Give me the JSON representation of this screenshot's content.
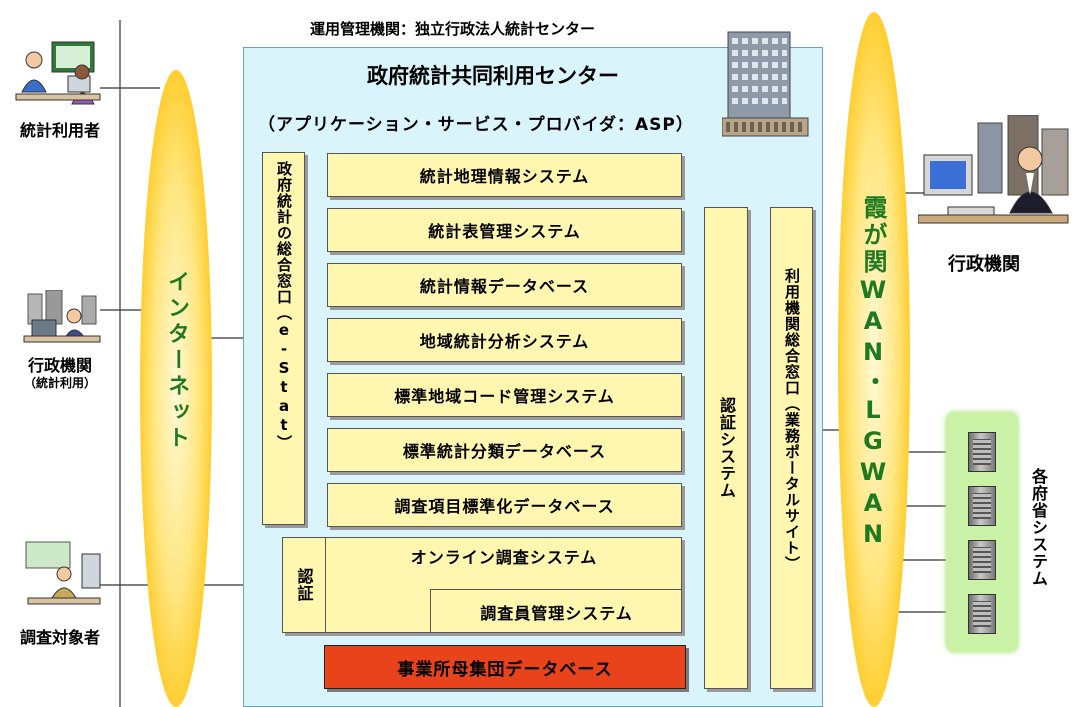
{
  "operator_label": "運用管理機関：独立行政法人統計センター",
  "center": {
    "title": "政府統計共同利用センター",
    "subtitle": "（アプリケーション・サービス・プロバイダ：ASP）"
  },
  "estat_window": "政府統計の総合窓口（e-Stat）",
  "systems": [
    "統計地理情報システム",
    "統計表管理システム",
    "統計情報データベース",
    "地域統計分析システム",
    "標準地域コード管理システム",
    "標準統計分類データベース",
    "調査項目標準化データベース"
  ],
  "online": {
    "auth": "認証",
    "survey": "オンライン調査システム",
    "staff": "調査員管理システム"
  },
  "database": "事業所母集団データベース",
  "auth_system": "認証システム",
  "portal": "利用機関総合窓口（業務ポータルサイト）",
  "internet": "インターネット",
  "wan": "霞が関WAN・LGWAN",
  "left_users": {
    "stat_users": "統計利用者",
    "gov_users": "行政機関",
    "gov_users_sub": "（統計利用）",
    "respondents": "調査対象者"
  },
  "right_users": {
    "gov": "行政機関",
    "ministry_systems": "各府省システム"
  },
  "colors": {
    "center_bg": "#d9f4fb",
    "box_fill": "#fff6b0",
    "database_fill": "#e8431a",
    "ministry_bg": "#c9f2a6",
    "cloud_label": "#1f7a1f"
  }
}
